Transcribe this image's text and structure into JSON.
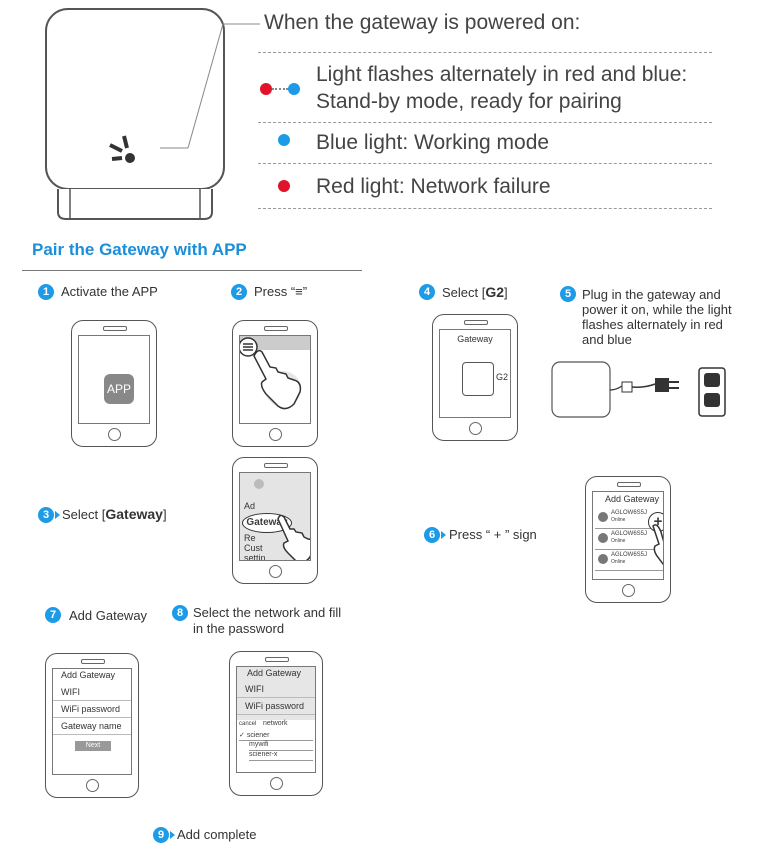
{
  "status": {
    "title": "When the gateway is powered on:",
    "items": [
      {
        "text1": "Light flashes alternately in red and blue:",
        "text2": "Stand-by mode, ready for pairing"
      },
      {
        "text1": "Blue light: Working mode"
      },
      {
        "text1": "Red light: Network failure"
      }
    ]
  },
  "section": {
    "title": "Pair the Gateway with APP"
  },
  "steps": {
    "s1": {
      "num": "1",
      "text": "Activate the APP",
      "screen": "APP"
    },
    "s2": {
      "num": "2",
      "text": "Press “≡”"
    },
    "s3": {
      "num": "3",
      "prefix": "Select [",
      "bold": "Gateway",
      "suffix": "]",
      "menu": [
        "Ad",
        "Gateway",
        "Re",
        "Cust",
        "settin"
      ]
    },
    "s4": {
      "num": "4",
      "prefix": "Select [",
      "bold": "G2",
      "suffix": "]",
      "header": "Gateway",
      "device": "G2"
    },
    "s5": {
      "num": "5",
      "text": [
        "Plug in the gateway and",
        "power it on, while the light",
        "flashes alternately in red",
        "and blue"
      ]
    },
    "s6": {
      "num": "6",
      "text": "Press “ + ” sign",
      "header": "Add Gateway",
      "devices": [
        "AGLOW6S5J",
        "AGLOW6S5J",
        "AGLOW6S5J"
      ],
      "device_sub": "Online"
    },
    "s7": {
      "num": "7",
      "text": "Add Gateway",
      "header": "Add Gateway",
      "fields": [
        "WIFI",
        "WiFi password",
        "Gateway name"
      ],
      "button": "Next"
    },
    "s8": {
      "num": "8",
      "text": [
        "Select the network and fill",
        "in the password"
      ],
      "header": "Add Gateway",
      "fields": [
        "WIFI",
        "WiFi password"
      ],
      "cancel": "cancel",
      "network": "network",
      "networks": [
        "sciener",
        "mywifi",
        "sciener-x"
      ]
    },
    "s9": {
      "num": "9",
      "text": "Add complete"
    }
  },
  "colors": {
    "accent": "#1e9be6",
    "red": "#e0132a",
    "title": "#1b8fd8"
  }
}
